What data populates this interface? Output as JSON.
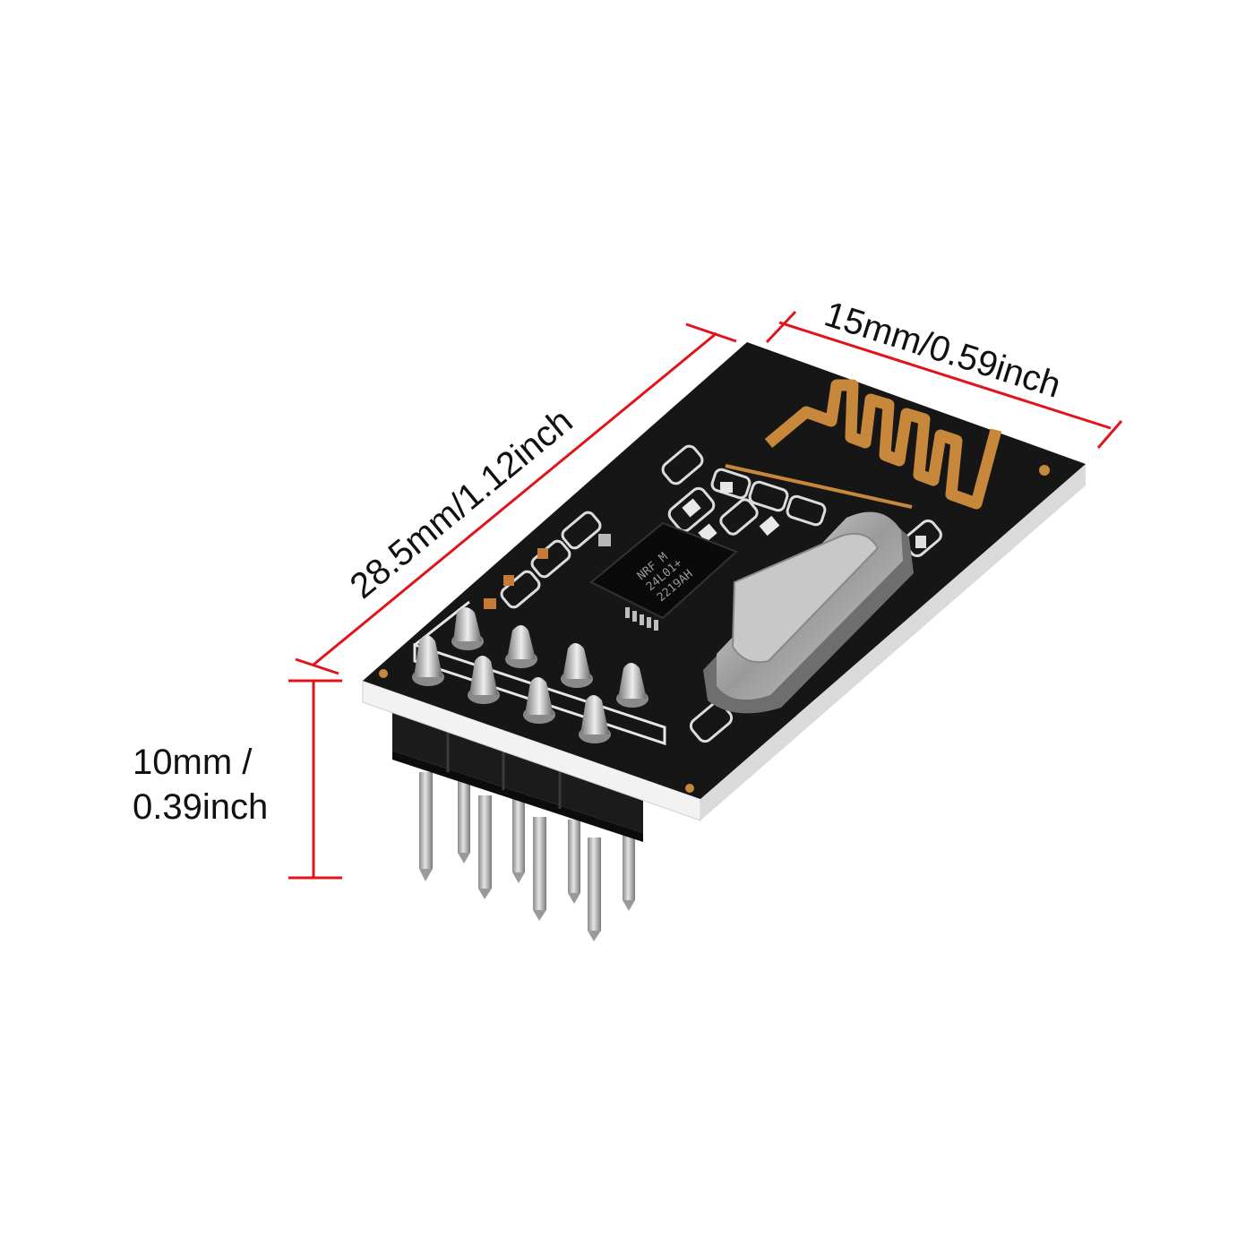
{
  "dimensions": {
    "length": "28.5mm/1.12inch",
    "width": "15mm/0.59inch",
    "height_line1": "10mm /",
    "height_line2": "0.39inch"
  },
  "chip": {
    "line1": "NRF M",
    "line2": "24L01+",
    "line3": "2219AH"
  },
  "colors": {
    "dimension_line": "#e0151b",
    "pcb": "#161616",
    "antenna": "#c8883c",
    "pin": "#b8b8b8"
  }
}
